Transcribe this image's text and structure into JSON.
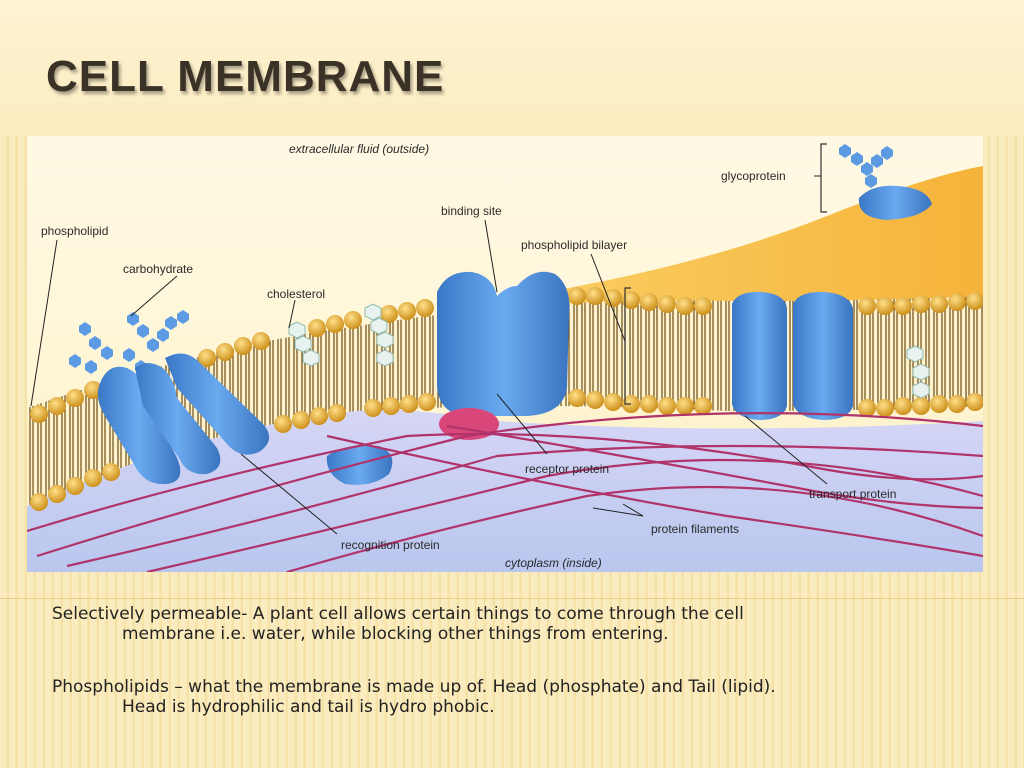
{
  "slide": {
    "title": "CELL MEMBRANE"
  },
  "diagram": {
    "labels": {
      "extracellular": "extracellular fluid (outside)",
      "glycoprotein": "glycoprotein",
      "binding_site": "binding site",
      "phospholipid": "phospholipid",
      "phospholipid_bilayer": "phospholipid bilayer",
      "carbohydrate": "carbohydrate",
      "cholesterol": "cholesterol",
      "receptor_protein": "receptor protein",
      "transport_protein": "transport protein",
      "protein_filaments": "protein filaments",
      "recognition_protein": "recognition protein",
      "cytoplasm": "cytoplasm (inside)"
    },
    "colors": {
      "protein": "#4f8fd6",
      "lipid_head": "#e2a92a",
      "membrane_fill": "#f2b93a",
      "filament": "#b0336a",
      "cytoplasm": "#c6c8f2"
    }
  },
  "body": {
    "p1_line1": "Selectively permeable- A plant cell allows certain things to come through the cell",
    "p1_line2": "membrane i.e. water, while blocking other things from entering.",
    "p2_line1": "Phospholipids – what the membrane is made up of.  Head (phosphate) and Tail (lipid).",
    "p2_line2": "Head is hydrophilic and tail is hydro phobic."
  }
}
